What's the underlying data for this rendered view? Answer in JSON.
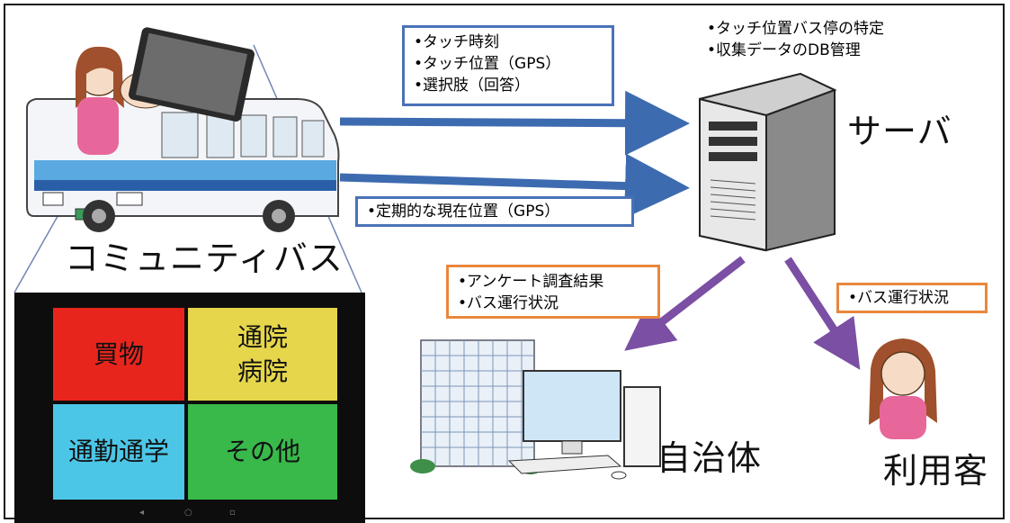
{
  "touch_info": [
    "•タッチ時刻",
    "•タッチ位置（GPS）",
    "•選択肢（回答）"
  ],
  "server_info": [
    "•タッチ位置バス停の特定",
    "•収集データのDB管理"
  ],
  "periodic_info": "•定期的な現在位置（GPS）",
  "labels": {
    "bus": "コミュニティバス",
    "server": "サーバ",
    "gov": "自治体",
    "user": "利用客"
  },
  "gov_info": [
    "•アンケート調査結果",
    "•バス運行状況"
  ],
  "user_info": "•バス運行状況",
  "tablet_tiles": [
    {
      "lines": [
        "買物"
      ],
      "color": "#e8251d"
    },
    {
      "lines": [
        "通院",
        "病院"
      ],
      "color": "#e6d64b"
    },
    {
      "lines": [
        "通勤通学"
      ],
      "color": "#4cc6e6"
    },
    {
      "lines": [
        "その他"
      ],
      "color": "#38b94a"
    }
  ],
  "colors": {
    "arrow_blue": "#3d6bb0",
    "arrow_purple": "#7b4fa3",
    "box_blue": "#4a72b8",
    "box_orange": "#e8873c"
  }
}
